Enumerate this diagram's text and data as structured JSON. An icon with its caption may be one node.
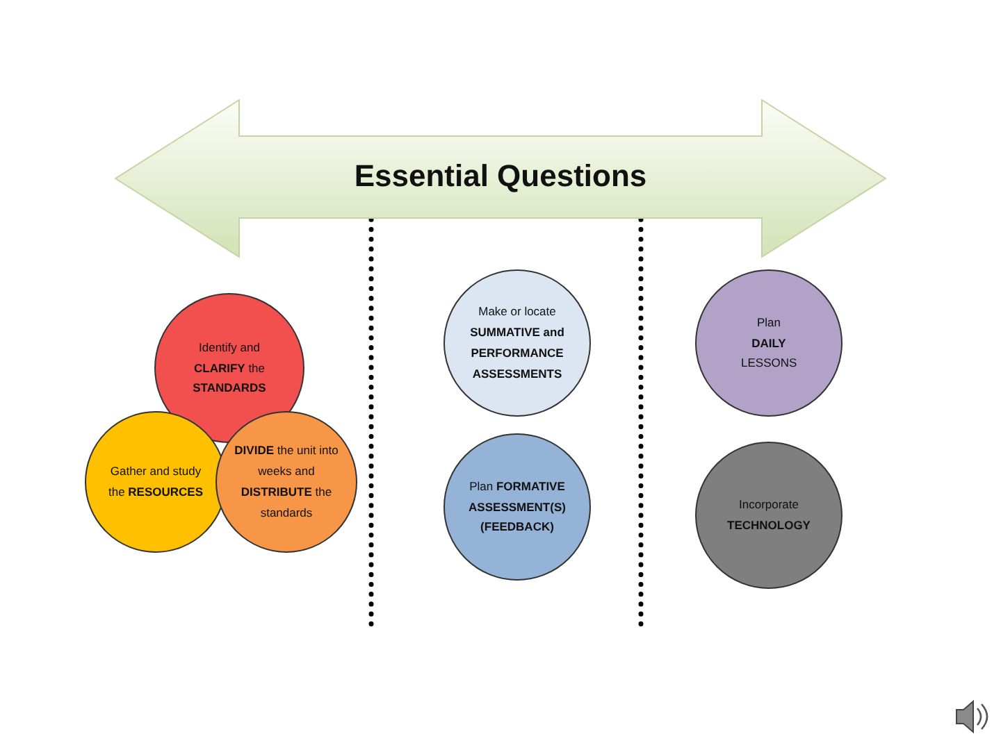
{
  "diagram": {
    "nodes": [
      {
        "text": [
          "Essential Questions"
        ]
      },
      {
        "text": [
          "Identify and **CLARIFY** the **STANDARDS**"
        ]
      },
      {
        "text": [
          "Gather and study the **RESOURCES**"
        ]
      },
      {
        "text": [
          "**DIVIDE** the unit into weeks and **DISTRIBUTE** the standards"
        ]
      },
      {
        "text": [
          "Make or locate **SUMMATIVE and PERFORMANCE ASSESSMENTS**"
        ]
      },
      {
        "text": [
          "Plan **FORMATIVE ASSESSMENT(S) (FEEDBACK)**"
        ]
      },
      {
        "text": [
          "Plan **DAILY** LESSONS"
        ]
      },
      {
        "text": [
          "Incorporate **TECHNOLOGY**"
        ]
      }
    ]
  }
}
